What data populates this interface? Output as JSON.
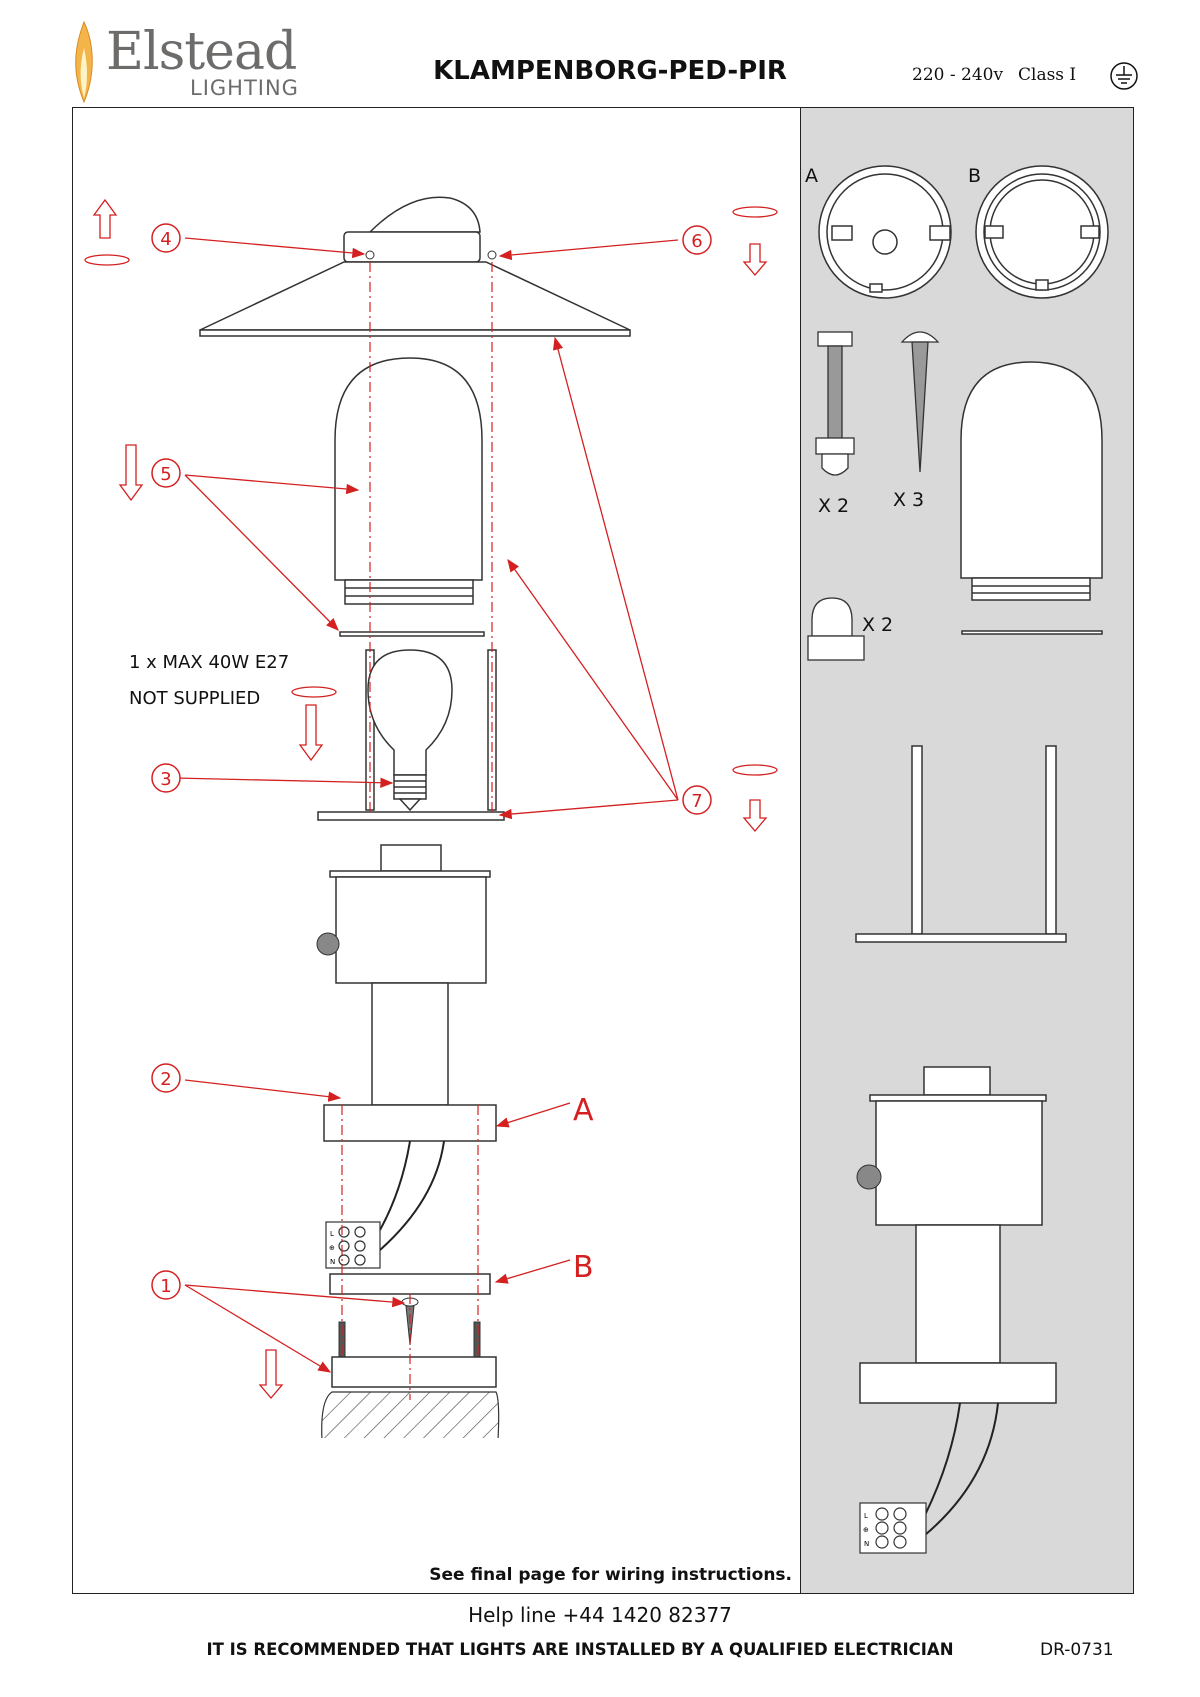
{
  "header": {
    "brand_name": "Elstead",
    "brand_sub": "LIGHTING",
    "title": "KLAMPENBORG-PED-PIR",
    "voltage": "220 - 240v",
    "class_label": "Class I"
  },
  "diagram": {
    "callouts": [
      "1",
      "2",
      "3",
      "4",
      "5",
      "6",
      "7"
    ],
    "part_letters": {
      "a": "A",
      "b": "B"
    },
    "bulb_note": {
      "line1": "1 x MAX 40W E27",
      "line2": "NOT SUPPLIED"
    },
    "terminal_labels": [
      "L",
      "⊕",
      "N"
    ]
  },
  "parts_panel": {
    "label_a": "A",
    "label_b": "B",
    "bolt_qty": "X 2",
    "screw_qty": "X 3",
    "cap_qty": "X 2"
  },
  "footer": {
    "wiring_note": "See final page for wiring instructions.",
    "helpline": "Help line +44 1420 82377",
    "warning": "IT IS RECOMMENDED THAT LIGHTS ARE INSTALLED BY A QUALIFIED ELECTRICIAN",
    "doc_code": "DR-0731"
  },
  "colors": {
    "callout": "#d42020",
    "line": "#333333",
    "panel": "#d9d9d9",
    "flame": "#f0a030"
  }
}
